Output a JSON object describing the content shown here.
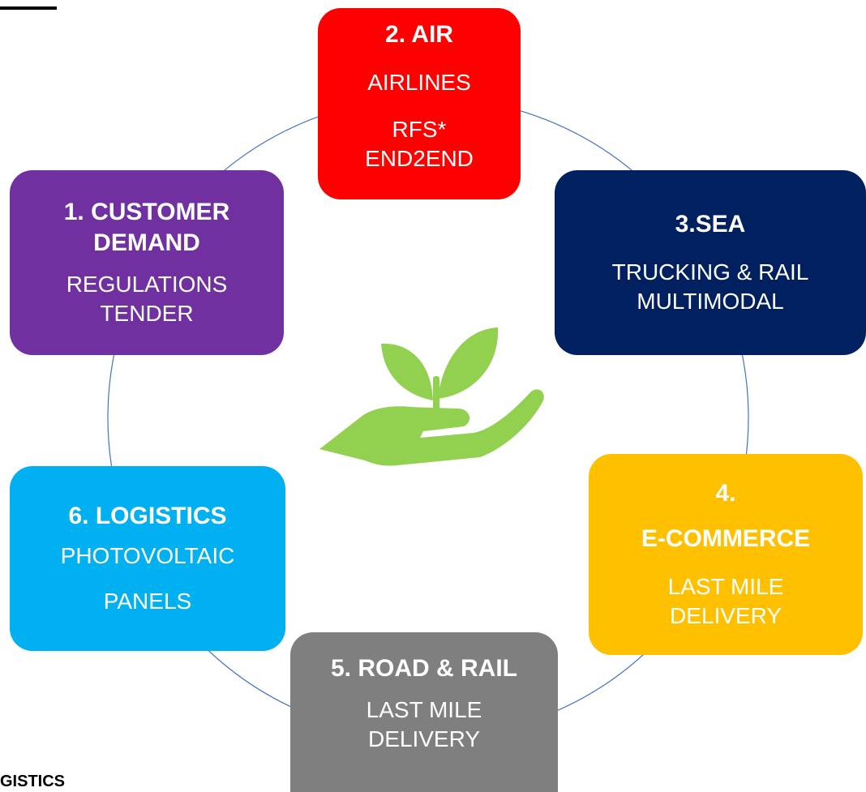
{
  "colors": {
    "air": "#ff0000",
    "sea": "#002060",
    "customer": "#7030a0",
    "logistics": "#00b0f0",
    "ecommerce": "#ffc000",
    "road_rail": "#7f7f7f",
    "icon_green": "#92d050",
    "cycle_line": "#4472c4"
  },
  "icons": {
    "center": "plant-in-hand-icon"
  },
  "boxes": {
    "air": {
      "title": "2. AIR",
      "lines": [
        "AIRLINES",
        "RFS*",
        "END2END"
      ]
    },
    "customer": {
      "title": "1. CUSTOMER",
      "title2": "DEMAND",
      "lines": [
        "REGULATIONS",
        "TENDER"
      ]
    },
    "sea": {
      "title": "3.SEA",
      "lines": [
        "TRUCKING & RAIL",
        "MULTIMODAL"
      ]
    },
    "logistics": {
      "title": "6. LOGISTICS",
      "lines": [
        "PHOTOVOLTAIC",
        "PANELS"
      ]
    },
    "ecommerce": {
      "title": "4.",
      "title2": "E-COMMERCE",
      "lines": [
        "LAST MILE",
        "DELIVERY"
      ]
    },
    "road_rail": {
      "title": "5. ROAD & RAIL",
      "lines": [
        "LAST MILE",
        "DELIVERY"
      ]
    }
  },
  "footer": {
    "text": "GISTICS"
  }
}
